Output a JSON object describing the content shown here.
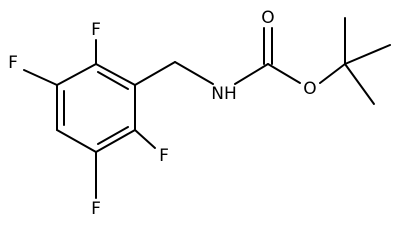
{
  "diagram": {
    "atoms": {
      "f_top": "F",
      "f_left": "F",
      "f_right": "F",
      "f_bottom": "F",
      "nh": "NH",
      "o_carbonyl": "O",
      "o_ester": "O"
    },
    "colors": {
      "bond": "#000000",
      "label": "#000000",
      "background": "#ffffff"
    }
  }
}
